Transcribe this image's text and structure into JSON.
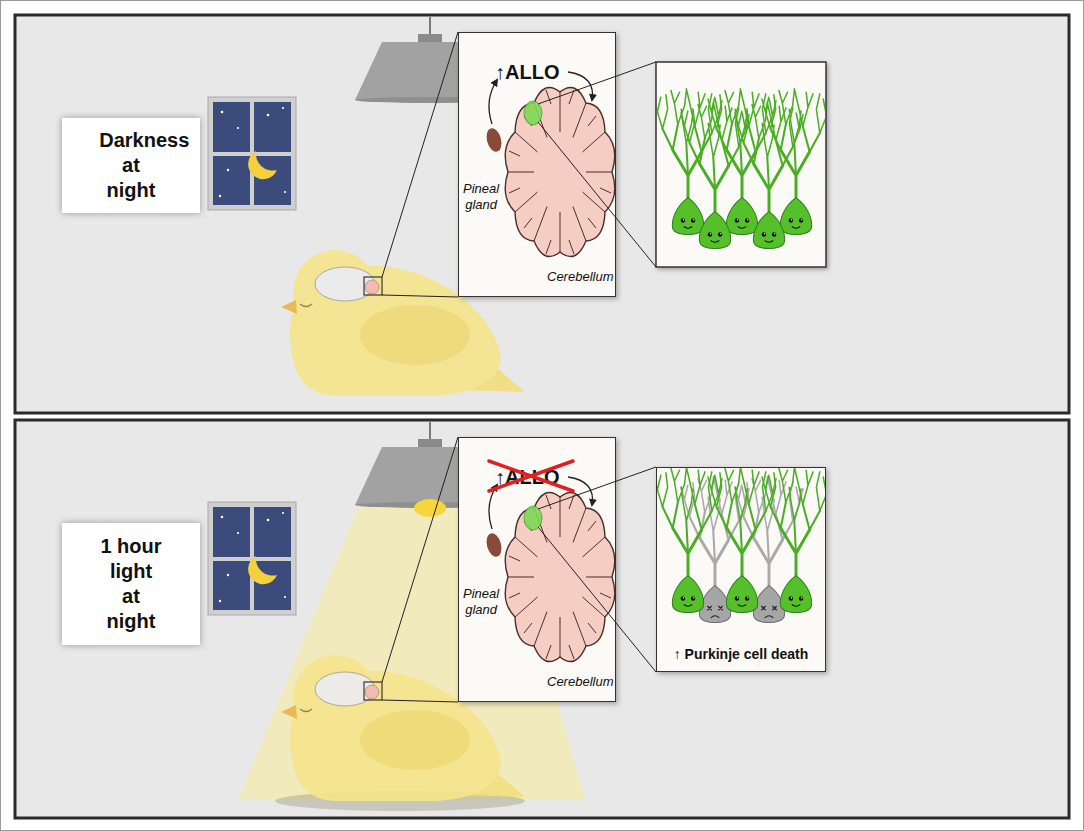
{
  "diagram": {
    "nodes": [
      {
        "text": [
          "Darkness at night"
        ]
      },
      {
        "text": [
          "↑ALLO",
          "Pineal gland",
          "Cerebellum"
        ]
      },
      {
        "text": [
          "1 hour light at night"
        ]
      },
      {
        "text": [
          "↑ALLO",
          "Pineal gland",
          "Cerebellum"
        ]
      },
      {
        "text": [
          "↑ Purkinje cell death"
        ]
      }
    ]
  }
}
